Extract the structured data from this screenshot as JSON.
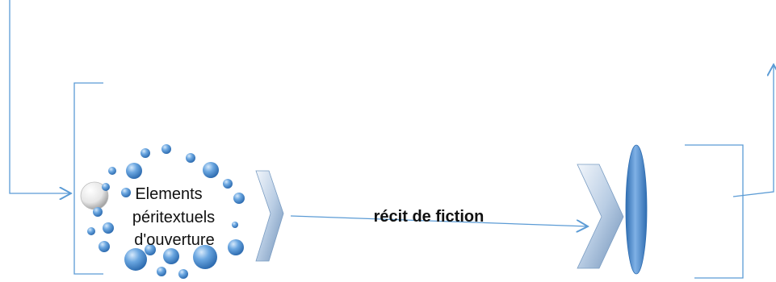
{
  "diagram": {
    "left_label": {
      "line1": "Elements",
      "line2": "péritextuels",
      "line3": "d'ouverture"
    },
    "center_label": "récit de fiction"
  },
  "colors": {
    "line": "#5b9bd5",
    "bubble_light": "#a9cdf0",
    "bubble_dark": "#2f6db1",
    "chevron_light": "#dce8f5",
    "chevron_dark": "#7a9cc2"
  },
  "icons": {
    "bubbles": "bubble-cluster-icon",
    "chevron_left": "chevron-right-icon",
    "chevron_right": "chevron-right-icon",
    "ellipse": "ellipse-icon"
  }
}
